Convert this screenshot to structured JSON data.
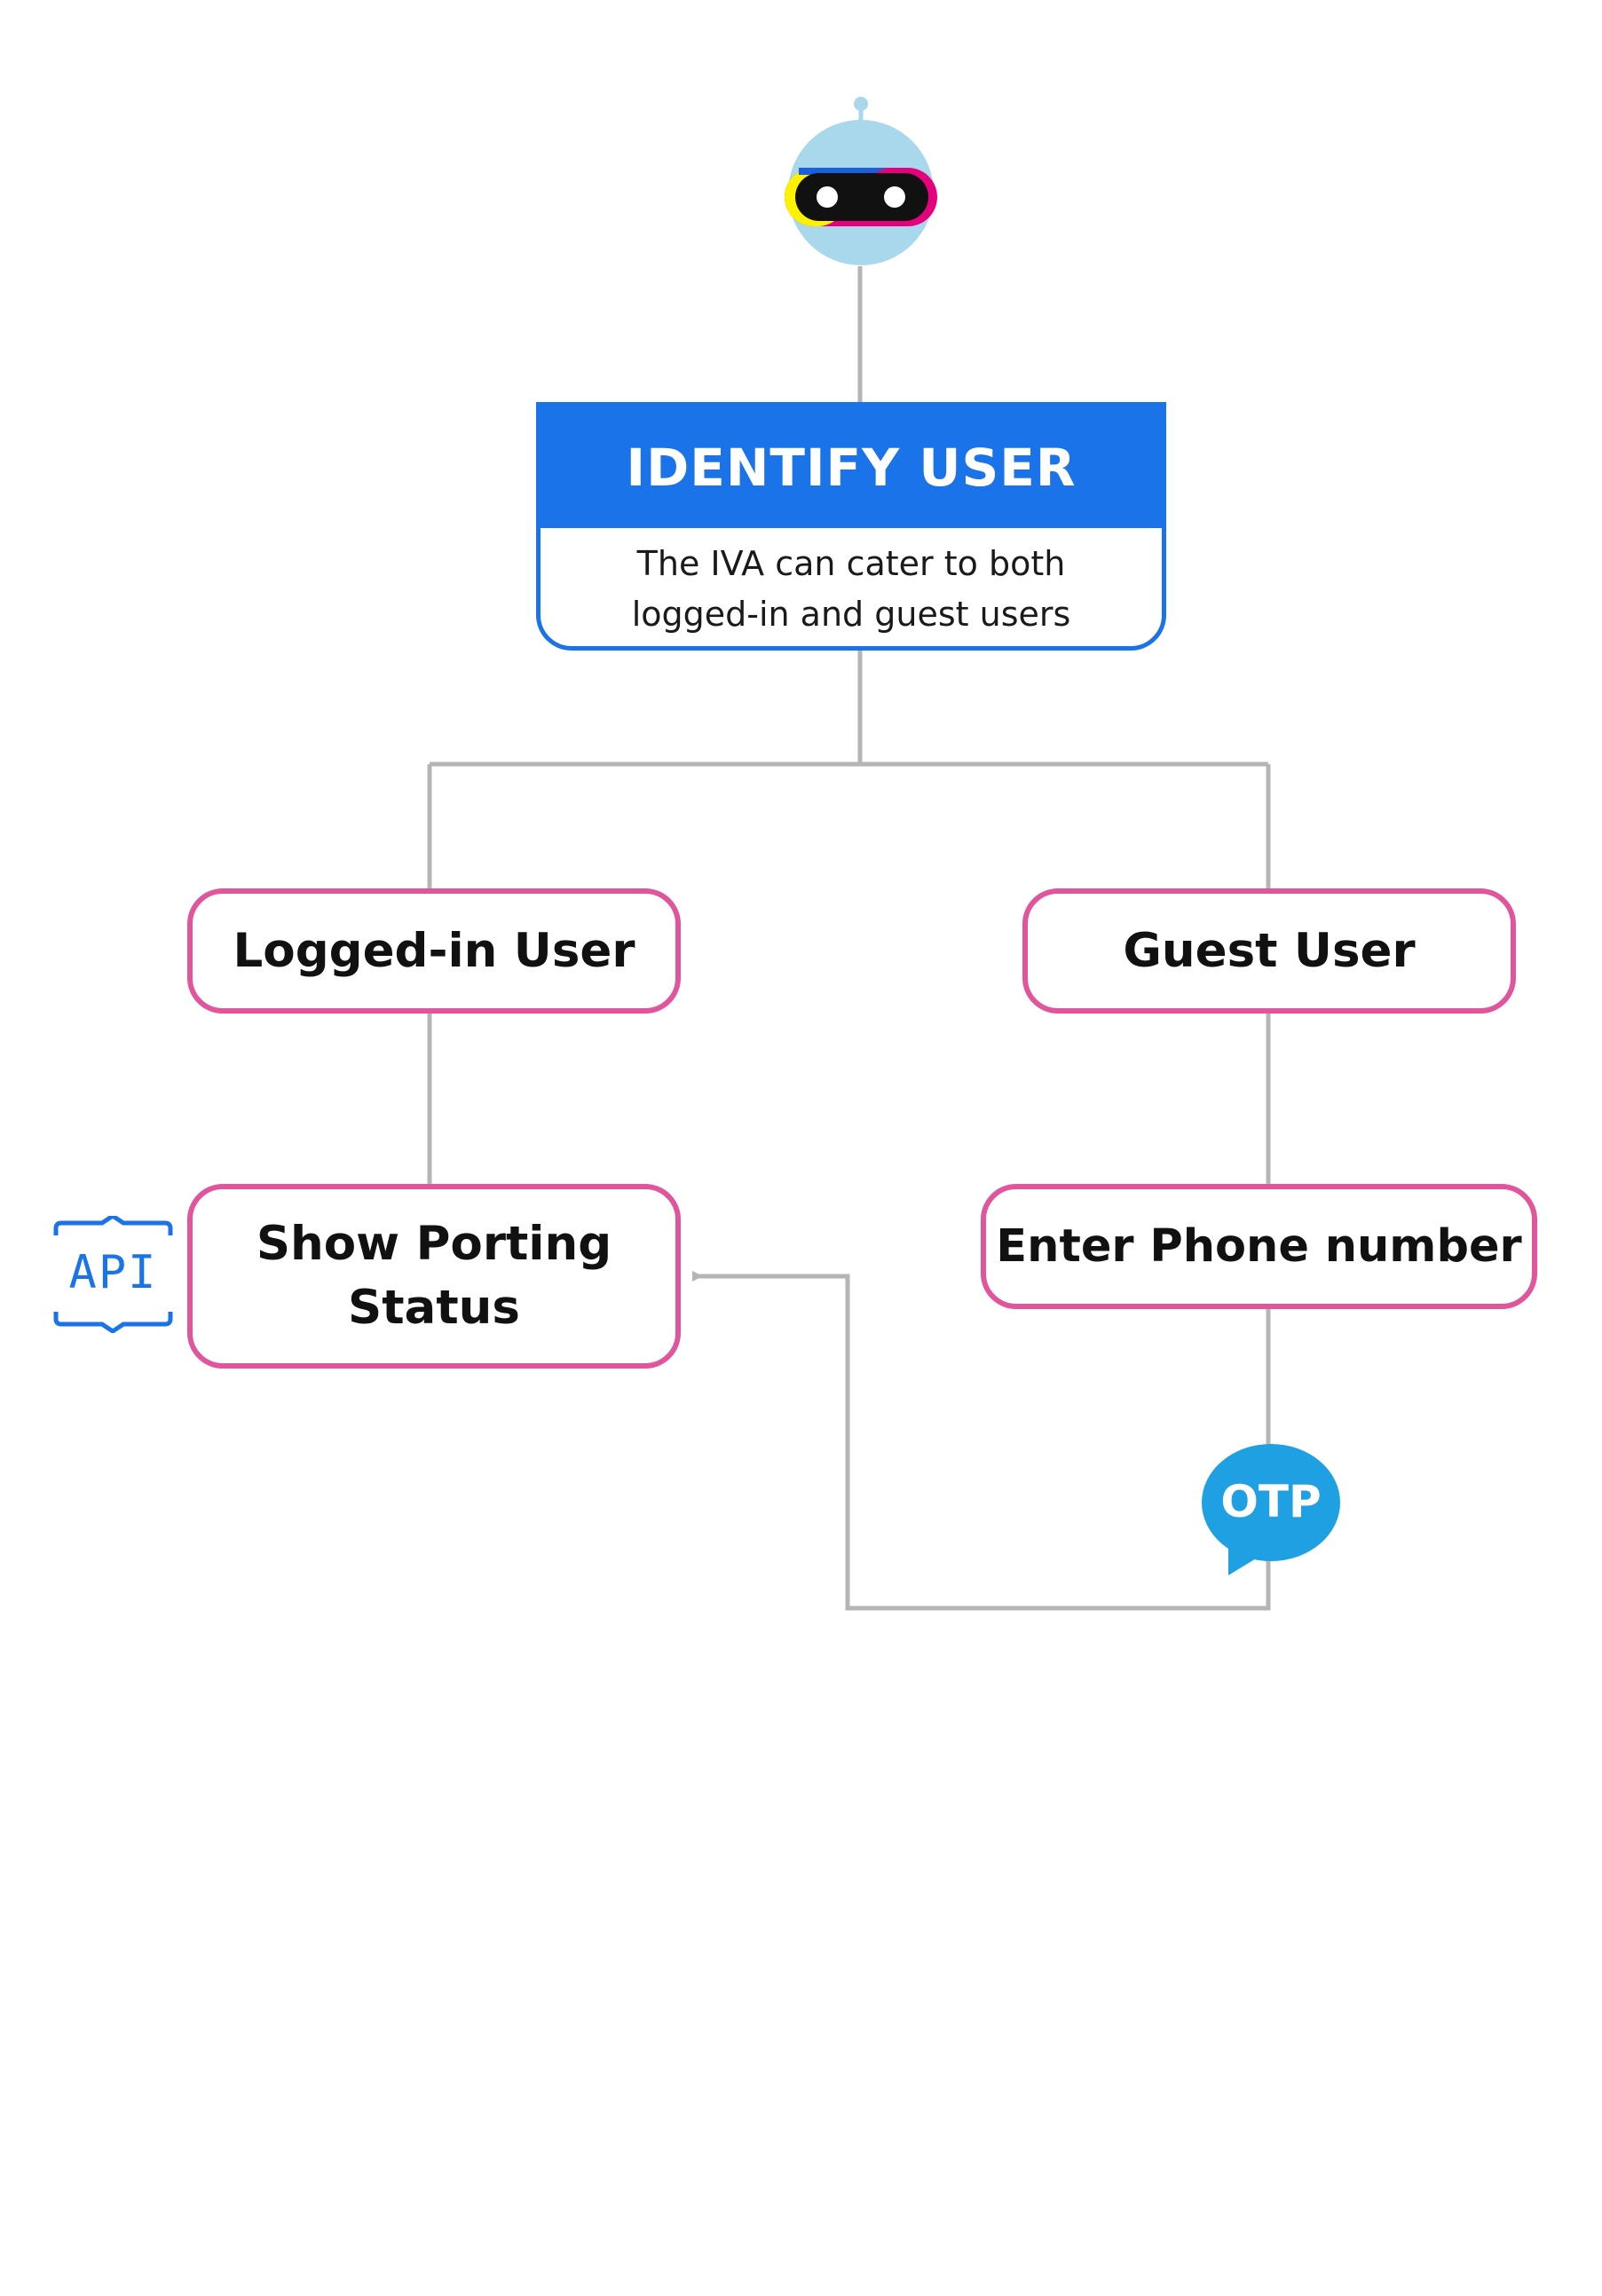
{
  "identify": {
    "title": "IDENTIFY USER",
    "description_line1": "The IVA can cater to both",
    "description_line2": "logged-in and guest users"
  },
  "nodes": {
    "logged_in": "Logged-in User",
    "guest": "Guest User",
    "show_porting_line1": "Show Porting",
    "show_porting_line2": "Status",
    "enter_phone": "Enter Phone number"
  },
  "badges": {
    "api": "API",
    "otp": "OTP"
  },
  "icons": {
    "bot": "robot-icon",
    "api": "api-icon",
    "otp": "otp-speech-bubble-icon"
  },
  "colors": {
    "primary_blue": "#1a73e8",
    "node_border_pink": "#e0559b",
    "connector_gray": "#b5b5b5",
    "otp_blue": "#1ea0e3"
  }
}
